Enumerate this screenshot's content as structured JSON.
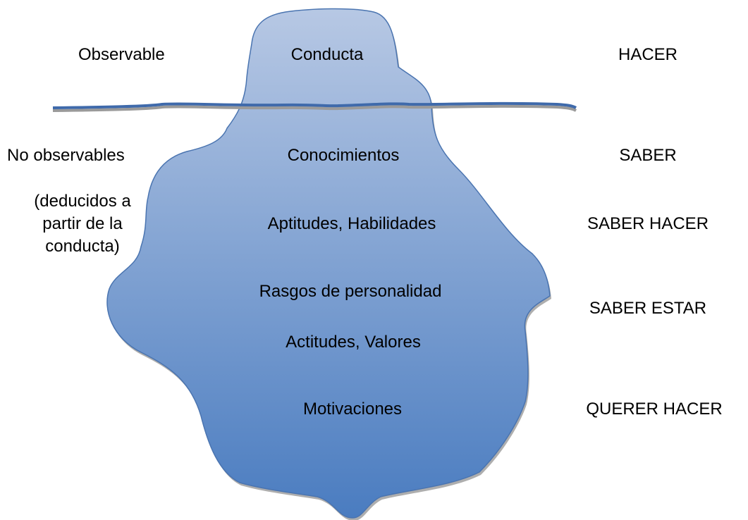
{
  "top_left_label": "Observable",
  "top_center_label": "Conducta",
  "top_right_label": "HACER",
  "hidden_left_label": "No observables",
  "hidden_left_note": "(deducidos a partir de la conducta)",
  "layers": [
    {
      "name": "Conocimientos",
      "level": "SABER"
    },
    {
      "name": "Aptitudes, Habilidades",
      "level": "SABER HACER"
    },
    {
      "name": "Rasgos de personalidad",
      "level": ""
    },
    {
      "name": "Actitudes, Valores",
      "level": "SABER ESTAR"
    },
    {
      "name": "Motivaciones",
      "level": "QUERER HACER"
    }
  ],
  "colors": {
    "iceberg_top": "#b7c8e4",
    "iceberg_bottom": "#4a7cc0",
    "iceberg_outline": "#4a74b0",
    "water_line": "#3f6aab",
    "water_shadow": "#9a9a9a"
  }
}
